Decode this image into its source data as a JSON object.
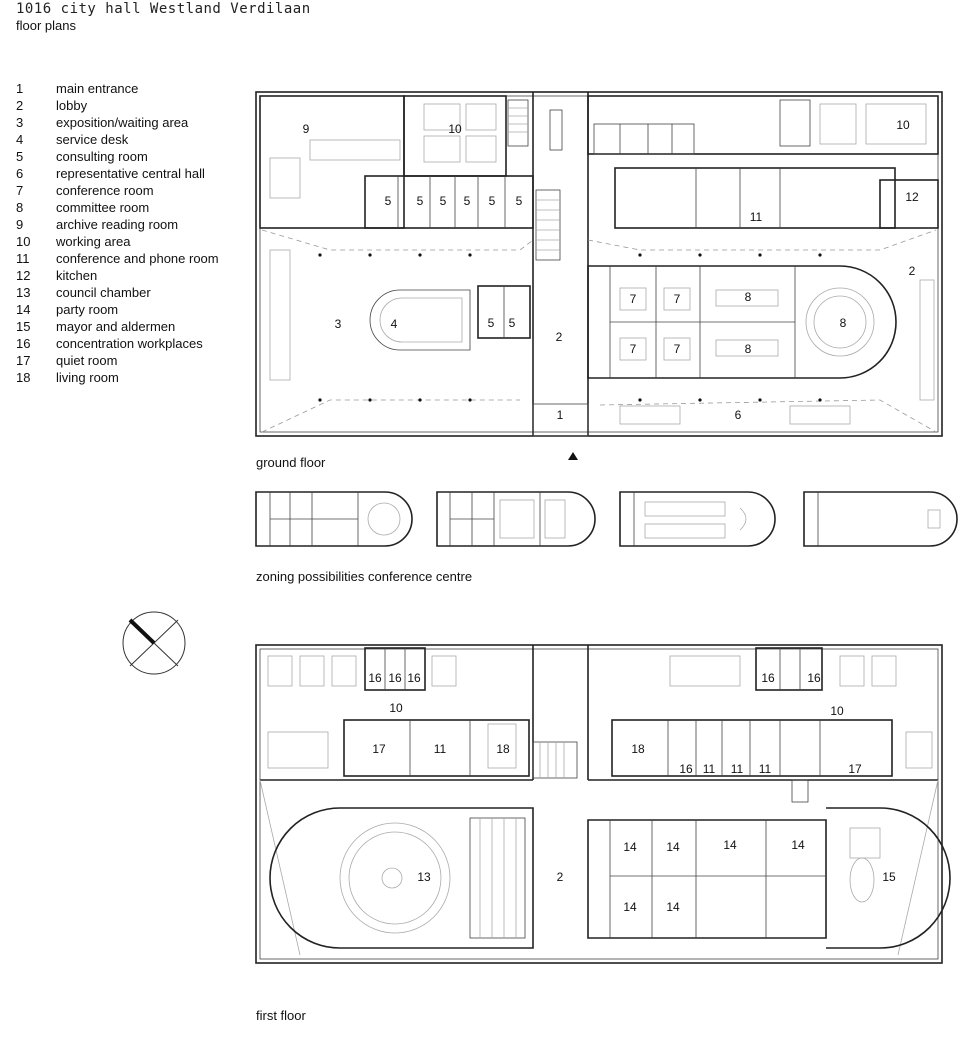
{
  "header": {
    "title": "1016 city hall Westland Verdilaan",
    "subtitle": "floor plans"
  },
  "legend": [
    {
      "num": "1",
      "label": "main entrance"
    },
    {
      "num": "2",
      "label": "lobby"
    },
    {
      "num": "3",
      "label": "exposition/waiting area"
    },
    {
      "num": "4",
      "label": "service desk"
    },
    {
      "num": "5",
      "label": "consulting room"
    },
    {
      "num": "6",
      "label": "representative central hall"
    },
    {
      "num": "7",
      "label": "conference room"
    },
    {
      "num": "8",
      "label": "committee room"
    },
    {
      "num": "9",
      "label": "archive reading room"
    },
    {
      "num": "10",
      "label": "working area"
    },
    {
      "num": "11",
      "label": "conference and phone room"
    },
    {
      "num": "12",
      "label": "kitchen"
    },
    {
      "num": "13",
      "label": "council chamber"
    },
    {
      "num": "14",
      "label": "party room"
    },
    {
      "num": "15",
      "label": "mayor and aldermen"
    },
    {
      "num": "16",
      "label": "concentration workplaces"
    },
    {
      "num": "17",
      "label": "quiet room"
    },
    {
      "num": "18",
      "label": "living room"
    }
  ],
  "captions": {
    "ground_floor": "ground floor",
    "zoning": "zoning possibilities conference centre",
    "first_floor": "first floor"
  },
  "ground_floor_labels": [
    "9",
    "10",
    "10",
    "12",
    "11",
    "5",
    "5",
    "5",
    "5",
    "5",
    "5",
    "3",
    "4",
    "5",
    "5",
    "2",
    "7",
    "7",
    "8",
    "8",
    "7",
    "7",
    "8",
    "2",
    "1",
    "6"
  ],
  "first_floor_labels": [
    "16",
    "16",
    "16",
    "16",
    "16",
    "10",
    "10",
    "17",
    "11",
    "18",
    "18",
    "16",
    "11",
    "11",
    "11",
    "17",
    "13",
    "2",
    "14",
    "14",
    "14",
    "14",
    "14",
    "14",
    "15"
  ]
}
